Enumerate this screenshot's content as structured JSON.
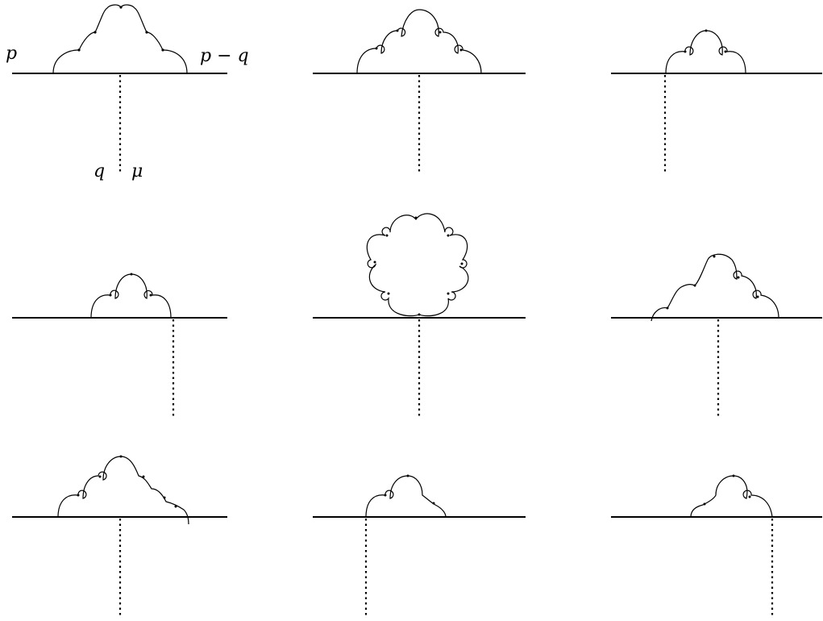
{
  "labels": {
    "incoming_momentum": "p",
    "outgoing_momentum": "p − q",
    "current_momentum": "q",
    "current_index": "μ"
  },
  "diagram_count": 9,
  "colors": {
    "ink": "#000000",
    "background": "#ffffff"
  }
}
